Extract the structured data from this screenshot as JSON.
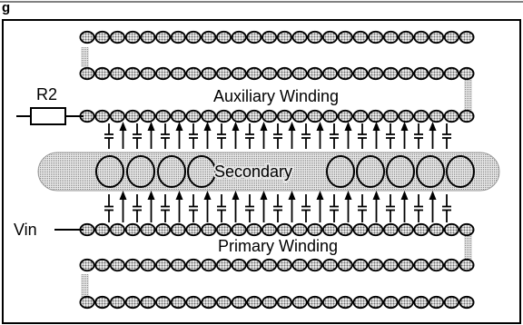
{
  "diagram": {
    "caption_fragment": "g",
    "labels": {
      "r2": "R2",
      "auxiliary_winding": "Auxiliary Winding",
      "secondary": "Secondary",
      "vin": "Vin",
      "primary_winding": "Primary Winding"
    },
    "layers": [
      {
        "name": "auxiliary-top-layer",
        "bead_count": 26
      },
      {
        "name": "auxiliary-second-layer",
        "bead_count": 26
      },
      {
        "name": "auxiliary-inner-layer",
        "bead_count": 26
      },
      {
        "name": "primary-inner-layer",
        "bead_count": 26
      },
      {
        "name": "primary-second-layer",
        "bead_count": 26
      },
      {
        "name": "primary-bottom-layer",
        "bead_count": 26
      }
    ],
    "secondary_turns": 9,
    "colors": {
      "ink": "#000000",
      "bead_fill": "#9a9a9a",
      "band_fill": "#c8c8c8",
      "background": "#ffffff"
    }
  }
}
